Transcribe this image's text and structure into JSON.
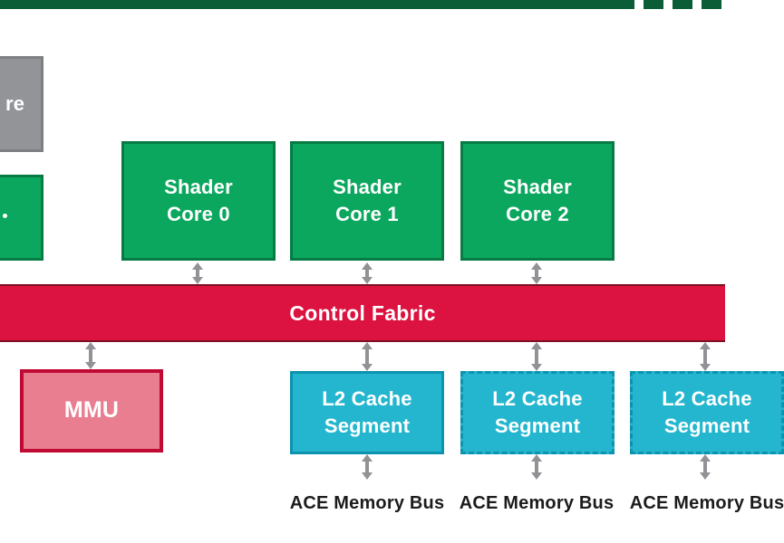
{
  "colors": {
    "core_green": "#0ca75f",
    "core_green_border": "#077b43",
    "bus_dark_green": "#0a5d36",
    "fabric_red": "#dc1240",
    "fabric_red_border": "#7e1023",
    "mmu_pink": "#e87e90",
    "mmu_border_red": "#c00a33",
    "l2_cyan": "#25b6cf",
    "l2_cyan_border": "#0d93ae",
    "gray_box": "#929497",
    "gray_box_border": "#7d7f82",
    "arrow_gray": "#909295",
    "label_black": "#1c1c1c"
  },
  "partial_gray_box": {
    "visible_text": "re"
  },
  "shader_cores": [
    {
      "lines": [
        "Shader",
        "Core 0"
      ]
    },
    {
      "lines": [
        "Shader",
        "Core 1"
      ]
    },
    {
      "lines": [
        "Shader",
        "Core 2"
      ]
    }
  ],
  "control_fabric": {
    "label": "Control Fabric"
  },
  "mmu": {
    "label": "MMU"
  },
  "l2_segments": [
    {
      "lines": [
        "L2 Cache",
        "Segment"
      ],
      "border_style": "solid"
    },
    {
      "lines": [
        "L2 Cache",
        "Segment"
      ],
      "border_style": "dashed"
    },
    {
      "lines": [
        "L2 Cache",
        "Segment"
      ],
      "border_style": "dashed"
    }
  ],
  "memory_bus_labels": [
    "ACE Memory Bus",
    "ACE Memory Bus",
    "ACE Memory Bus"
  ]
}
